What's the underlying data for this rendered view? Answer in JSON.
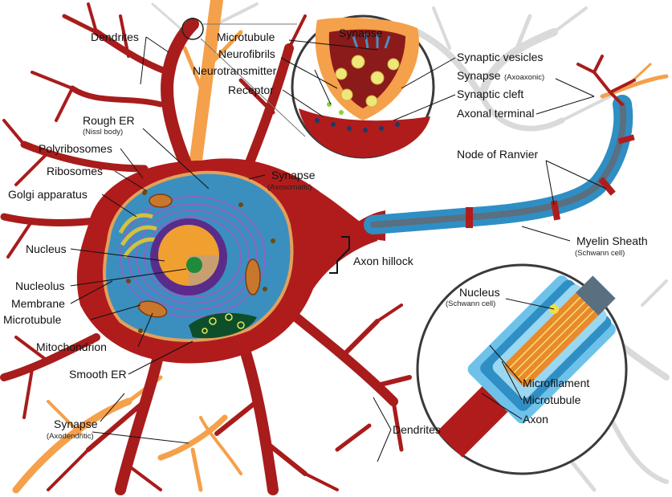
{
  "labels": {
    "dendrites_top": "Dendrites",
    "microtubule_syn": "Microtubule",
    "neurofibrils": "Neurofibrils",
    "neurotransmitter": "Neurotransmitter",
    "receptor": "Receptor",
    "synapse_inset": "Synapse",
    "synaptic_vesicles": "Synaptic vesicles",
    "synapse_axoaxonic": "Synapse",
    "synapse_axoaxonic_sub": "(Axoaxonic)",
    "synaptic_cleft": "Synaptic cleft",
    "axonal_terminal": "Axonal terminal",
    "rough_er": "Rough ER",
    "rough_er_sub": "(Nissl body)",
    "polyribosomes": "Polyribosomes",
    "ribosomes": "Ribosomes",
    "golgi": "Golgi apparatus",
    "synapse_axosomatic": "Synapse",
    "synapse_axosomatic_sub": "(Axosomatic)",
    "node_of_ranvier": "Node of Ranvier",
    "myelin_sheath": "Myelin Sheath",
    "myelin_sheath_sub": "(Schwann cell)",
    "axon_hillock": "Axon hillock",
    "nucleus": "Nucleus",
    "nucleolus": "Nucleolus",
    "membrane": "Membrane",
    "microtubule_cell": "Microtubule",
    "mitochondrion": "Mitochondrion",
    "smooth_er": "Smooth ER",
    "nucleus_schwann": "Nucleus",
    "nucleus_schwann_sub": "(Schwann cell)",
    "microfilament": "Microfilament",
    "microtubule_axon": "Microtubule",
    "axon": "Axon",
    "synapse_axodendritic": "Synapse",
    "synapse_axodendritic_sub": "(Axodendritic)",
    "dendrites_bottom": "Dendrites"
  },
  "colors": {
    "neuron": "#b01c1c",
    "neuron_dark": "#7d1010",
    "nucleus_purple": "#5b2b8c",
    "cytoplasm": "#3a8fbf",
    "cell_border": "#e3a05a",
    "myelin": "#2f8fc4",
    "myelin_light": "#6ec2ea",
    "terminal_orange": "#f5a04a",
    "background_neuron": "#d9d9d9",
    "yellow_vesicle": "#f0e67a"
  }
}
